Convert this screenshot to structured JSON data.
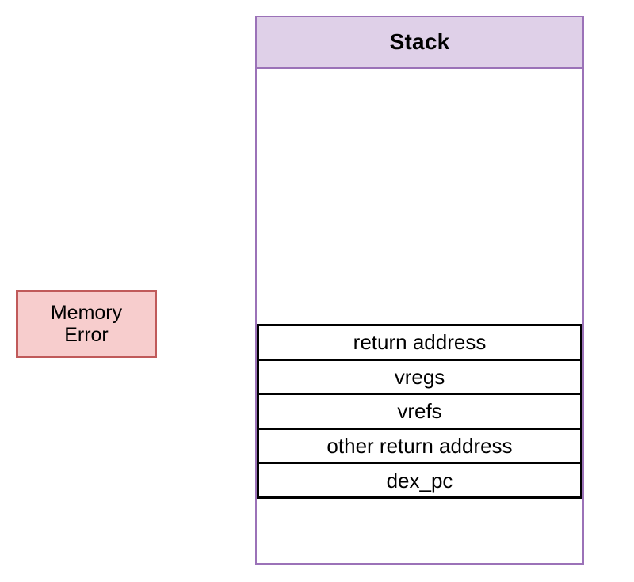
{
  "diagram": {
    "background_color": "#ffffff",
    "error_node": {
      "name": "memory-error",
      "label": "Memory\nError",
      "fill_color": "#F7CDCD",
      "border_color": "#C05A5A"
    },
    "stack": {
      "title": "Stack",
      "header_fill_color": "#DFD0E8",
      "header_border_color": "#9B72B8",
      "body_fill_color": "#ffffff",
      "frame_border_color": "#000000",
      "frames": [
        {
          "label": "return address"
        },
        {
          "label": "vregs"
        },
        {
          "label": "vrefs"
        },
        {
          "label": "other return address"
        },
        {
          "label": "dex_pc"
        }
      ]
    }
  }
}
